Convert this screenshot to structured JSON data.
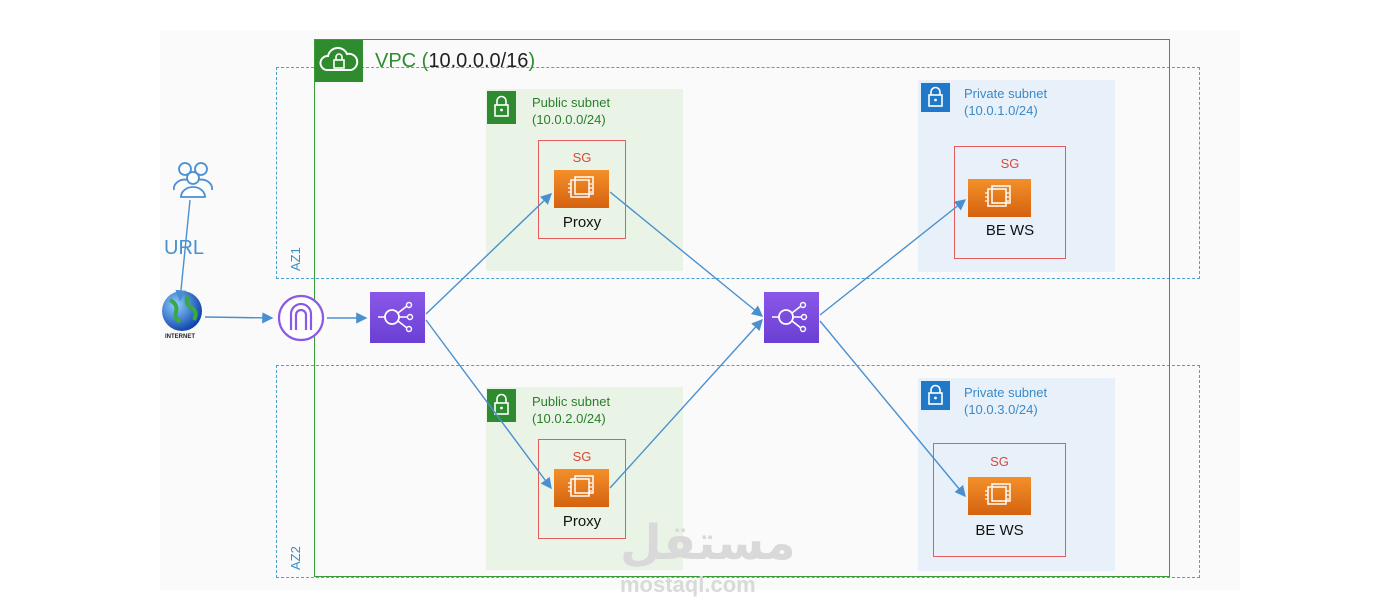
{
  "vpc": {
    "title_prefix": "VPC (",
    "title_cidr": "10.0.0.0/16",
    "title_suffix": ")",
    "icon": "cloud-lock-icon"
  },
  "az": {
    "az1_label": "AZ1",
    "az2_label": "AZ2"
  },
  "left": {
    "users_icon": "users-icon",
    "url_label": "URL",
    "internet_label": "INTERNET",
    "gateway_icon": "internet-gateway-icon"
  },
  "public_subnets": [
    {
      "title": "Public subnet",
      "cidr": "(10.0.0.0/24)",
      "sg_label": "SG",
      "instance_label": "Proxy"
    },
    {
      "title": "Public subnet",
      "cidr": "(10.0.2.0/24)",
      "sg_label": "SG",
      "instance_label": "Proxy"
    }
  ],
  "private_subnets": [
    {
      "title": "Private subnet",
      "cidr": "(10.0.1.0/24)",
      "sg_label": "SG",
      "instance_label": "BE WS"
    },
    {
      "title": "Private subnet",
      "cidr": "(10.0.3.0/24)",
      "sg_label": "SG",
      "instance_label": "BE WS"
    }
  ],
  "load_balancers": [
    "load-balancer-icon",
    "load-balancer-icon"
  ],
  "watermark": {
    "arabic": "مستقل",
    "latin": "mostaql.com"
  },
  "colors": {
    "vpc": "#2e8b2e",
    "az": "#4aa3cf",
    "arrow": "#4a90d0",
    "sg": "#e55b5b",
    "ec2": "#e8781a",
    "elb": "#7b4ae0"
  }
}
